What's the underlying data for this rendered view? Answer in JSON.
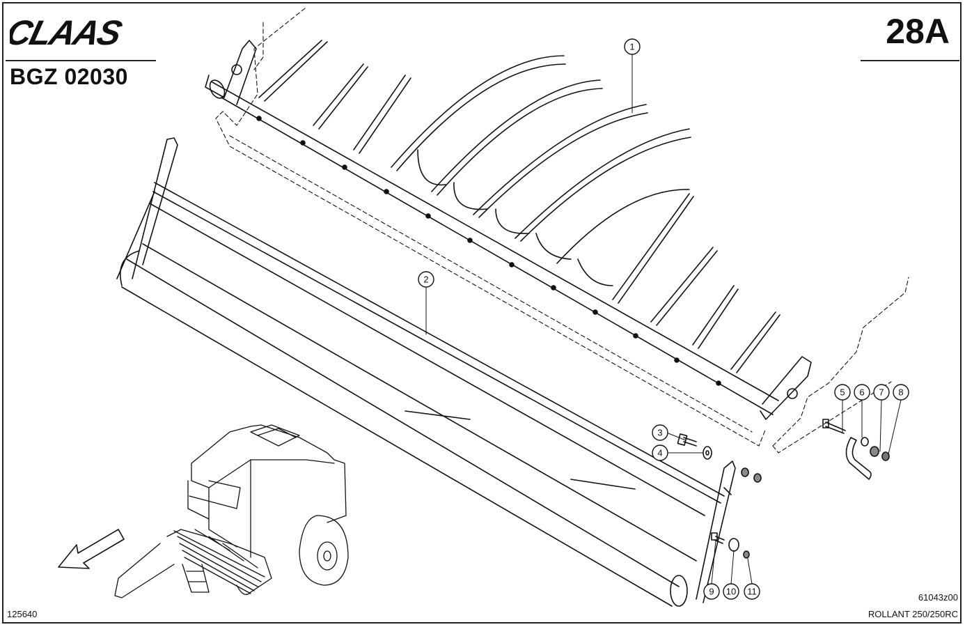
{
  "header": {
    "brand": "CLAAS",
    "document_code": "BGZ 02030",
    "page_number": "28A"
  },
  "footer": {
    "drawing_number": "125640",
    "image_code": "61043z00",
    "model": "ROLLANT 250/250RC"
  },
  "callouts": [
    {
      "label": "1"
    },
    {
      "label": "2"
    },
    {
      "label": "3"
    },
    {
      "label": "4"
    },
    {
      "label": "5"
    },
    {
      "label": "6"
    },
    {
      "label": "7"
    },
    {
      "label": "8"
    },
    {
      "label": "9"
    },
    {
      "label": "10"
    },
    {
      "label": "11"
    }
  ]
}
